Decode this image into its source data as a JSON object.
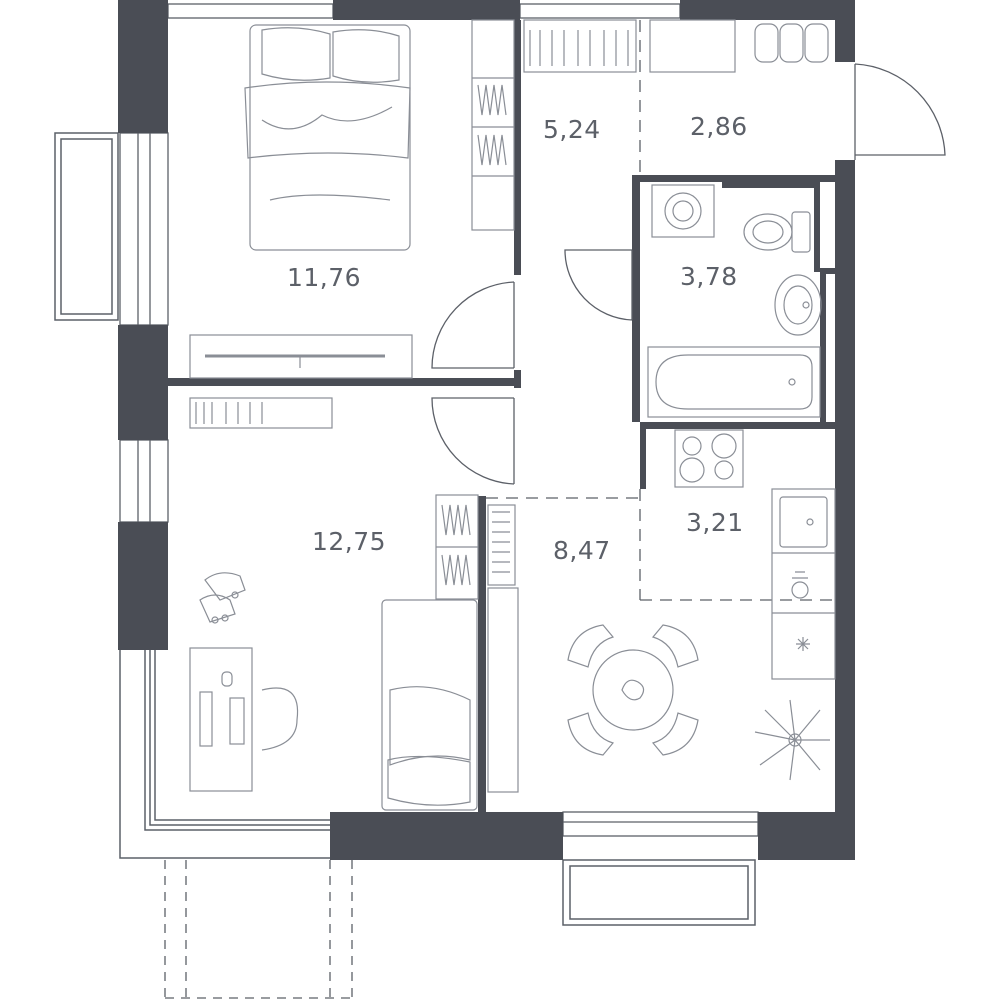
{
  "colors": {
    "wall": "#4a4d55",
    "line": "#5c6068",
    "fixture": "#8a8e96",
    "background": "#ffffff"
  },
  "rooms": [
    {
      "id": "bedroom",
      "area": "11,76"
    },
    {
      "id": "wardrobe",
      "area": "5,24"
    },
    {
      "id": "hall",
      "area": "2,86"
    },
    {
      "id": "bathroom",
      "area": "3,78"
    },
    {
      "id": "kids-room",
      "area": "12,75"
    },
    {
      "id": "living-kitchen",
      "area": "8,47"
    },
    {
      "id": "kitchen-zone",
      "area": "3,21"
    }
  ],
  "icons": [
    "bed-icon",
    "tv-unit-icon",
    "wardrobe-icon",
    "washing-machine-icon",
    "toilet-icon",
    "sink-icon",
    "bathtub-icon",
    "cooktop-icon",
    "kitchen-sink-icon",
    "dining-table-icon",
    "plant-icon",
    "desk-icon",
    "sofa-bed-icon",
    "roller-skates-icon",
    "bookshelf-icon"
  ]
}
